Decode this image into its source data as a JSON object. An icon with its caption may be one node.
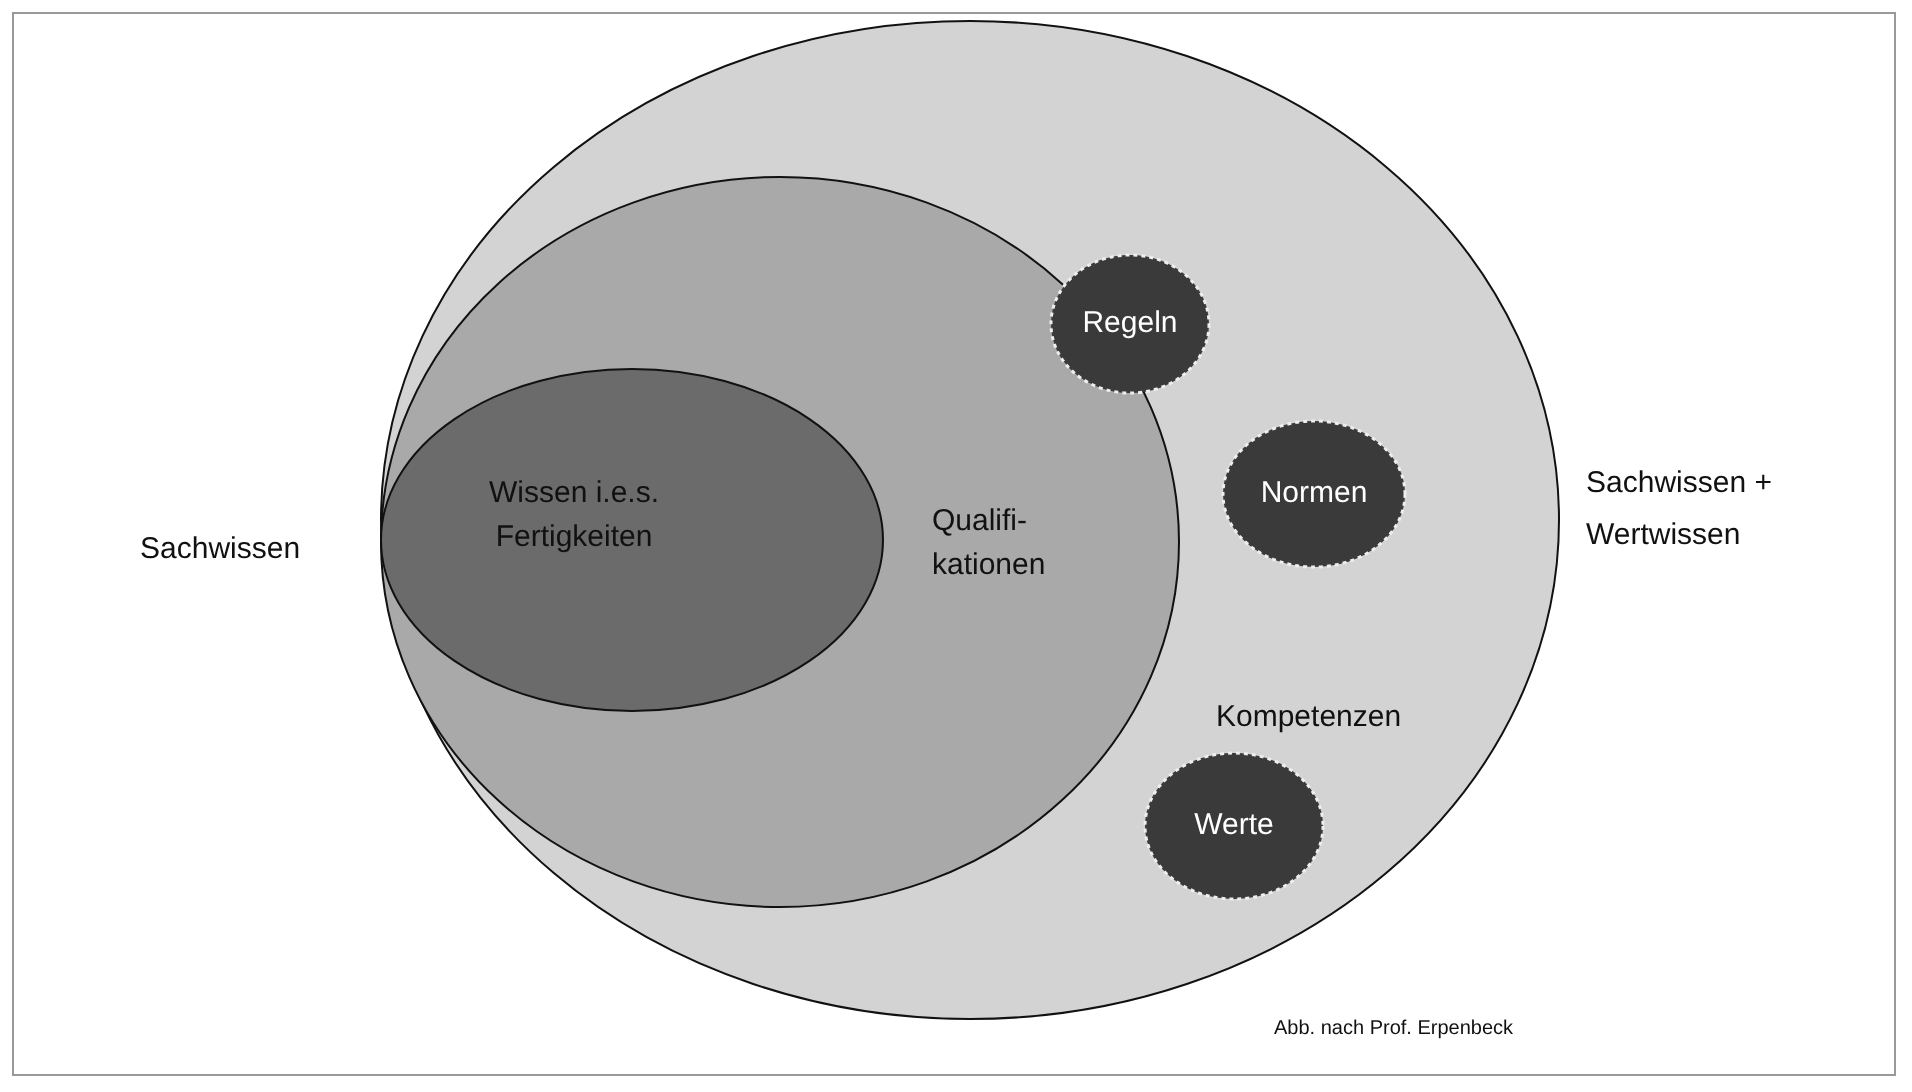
{
  "diagram": {
    "caption": "Abb. nach Prof. Erpenbeck",
    "nodes": [
      {
        "text": [
          "Kompetenzen"
        ]
      },
      {
        "text": [
          "Qualifi- kationen"
        ],
        "in": 0
      },
      {
        "text": [
          "Wissen i.e.s. Fertigkeiten"
        ],
        "in": 1
      },
      {
        "text": [
          "Regeln"
        ],
        "in": 0
      },
      {
        "text": [
          "Normen"
        ],
        "in": 0
      },
      {
        "text": [
          "Werte"
        ],
        "in": 0
      }
    ],
    "labels": [
      "Sachwissen",
      "Sachwissen + Wertwissen"
    ]
  }
}
